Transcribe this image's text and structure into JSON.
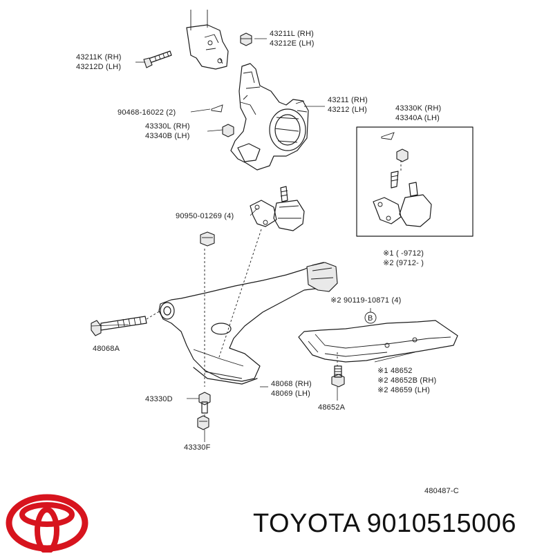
{
  "labels": {
    "l_43211K": "43211K (RH)",
    "l_43212D": "43212D (LH)",
    "l_43211L": "43211L (RH)",
    "l_43212E": "43212E (LH)",
    "l_90468": "90468-16022 (2)",
    "l_43211": "43211 (RH)",
    "l_43212": "43212 (LH)",
    "l_43330K": "43330K (RH)",
    "l_43340A": "43340A (LH)",
    "l_43330L": "43330L (RH)",
    "l_43340B": "43340B (LH)",
    "l_90950": "90950-01269 (4)",
    "l_note1": "※1 (        -9712)",
    "l_note2": "※2 (9712-        )",
    "l_90119": "※2 90119-10871 (4)",
    "l_B": "B",
    "l_48068A": "48068A",
    "l_48068": "48068 (RH)",
    "l_48069": "48069 (LH)",
    "l_48652": "※1 48652",
    "l_48652B": "※2 48652B (RH)",
    "l_48659": "※2 48659    (LH)",
    "l_43330D": "43330D",
    "l_48652A": "48652A",
    "l_43330F": "43330F",
    "l_ref": "480487-C"
  },
  "brand": {
    "name": "TOYOTA",
    "part_number": "9010515006",
    "caption": "TOYOTA 9010515006",
    "logo_color": "#d7141e"
  },
  "colors": {
    "line": "#1a1a1a",
    "background": "#ffffff"
  }
}
